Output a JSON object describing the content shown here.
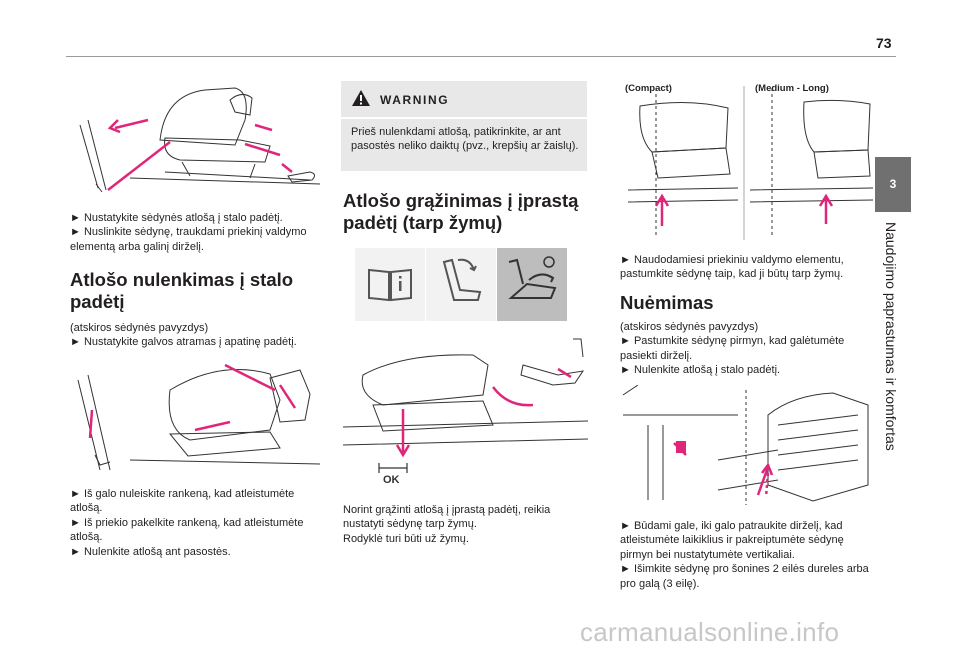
{
  "page": {
    "number": "73",
    "chapter_tab": "3",
    "chapter_title": "Naudojimo paprastumas ir komfortas",
    "watermark": "carmanualsonline.info"
  },
  "col1": {
    "intro_lines": [
      "► Nustatykite sėdynės atlošą į stalo padėtį.",
      "► Nuslinkite sėdynę, traukdami priekinį valdymo elementą arba galinį dirželį."
    ],
    "heading": "Atlošo nulenkimas į stalo padėtį",
    "sub_lines": [
      "(atskiros sėdynės pavyzdys)",
      "► Nustatykite galvos atramas į apatinę padėtį."
    ],
    "step_lines": [
      "► Iš galo nuleiskite rankeną, kad atleistumėte atlošą.",
      "► Iš priekio pakelkite rankeną, kad atleistumėte atlošą.",
      "► Nulenkite atlošą ant pasostės."
    ]
  },
  "col2": {
    "warning_title": "WARNING",
    "warning_text": "Prieš nulenkdami atlošą, patikrinkite, ar ant pasostės neliko daiktų (pvz., krepšių ar žaislų).",
    "heading": "Atlošo grąžinimas į įprastą padėtį (tarp žymų)",
    "figure_label": "OK",
    "lines": [
      "Norint grąžinti atlošą į įprastą padėtį, reikia nustatyti sėdynę tarp žymų.",
      "Rodyklė turi būti už žymų."
    ]
  },
  "col3": {
    "fig_label_left": "(Compact)",
    "fig_label_right": "(Medium - Long)",
    "lines_top": [
      "► Naudodamiesi priekiniu valdymo elementu, pastumkite sėdynę taip, kad ji būtų tarp žymų."
    ],
    "heading": "Nuėmimas",
    "sub_lines": [
      "(atskiros sėdynės pavyzdys)",
      "► Pastumkite sėdynę pirmyn, kad galėtumėte pasiekti dirželį.",
      "► Nulenkite atlošą į stalo padėtį."
    ],
    "step_lines": [
      "► Būdami gale, iki galo patraukite dirželį, kad atleistumėte laikiklius ir pakreiptumėte sėdynę pirmyn bei nustatytumėte vertikaliai.",
      "► Išimkite sėdynę pro šonines 2 eilės dureles arba pro galą (3 eilę)."
    ]
  },
  "colors": {
    "accent": "#e0267a",
    "tab": "#707070",
    "warning_bg": "#e8e8e8"
  },
  "icons": [
    "warning-icon",
    "manual-book-icon",
    "seat-recline-icon",
    "seat-fold-icon"
  ]
}
